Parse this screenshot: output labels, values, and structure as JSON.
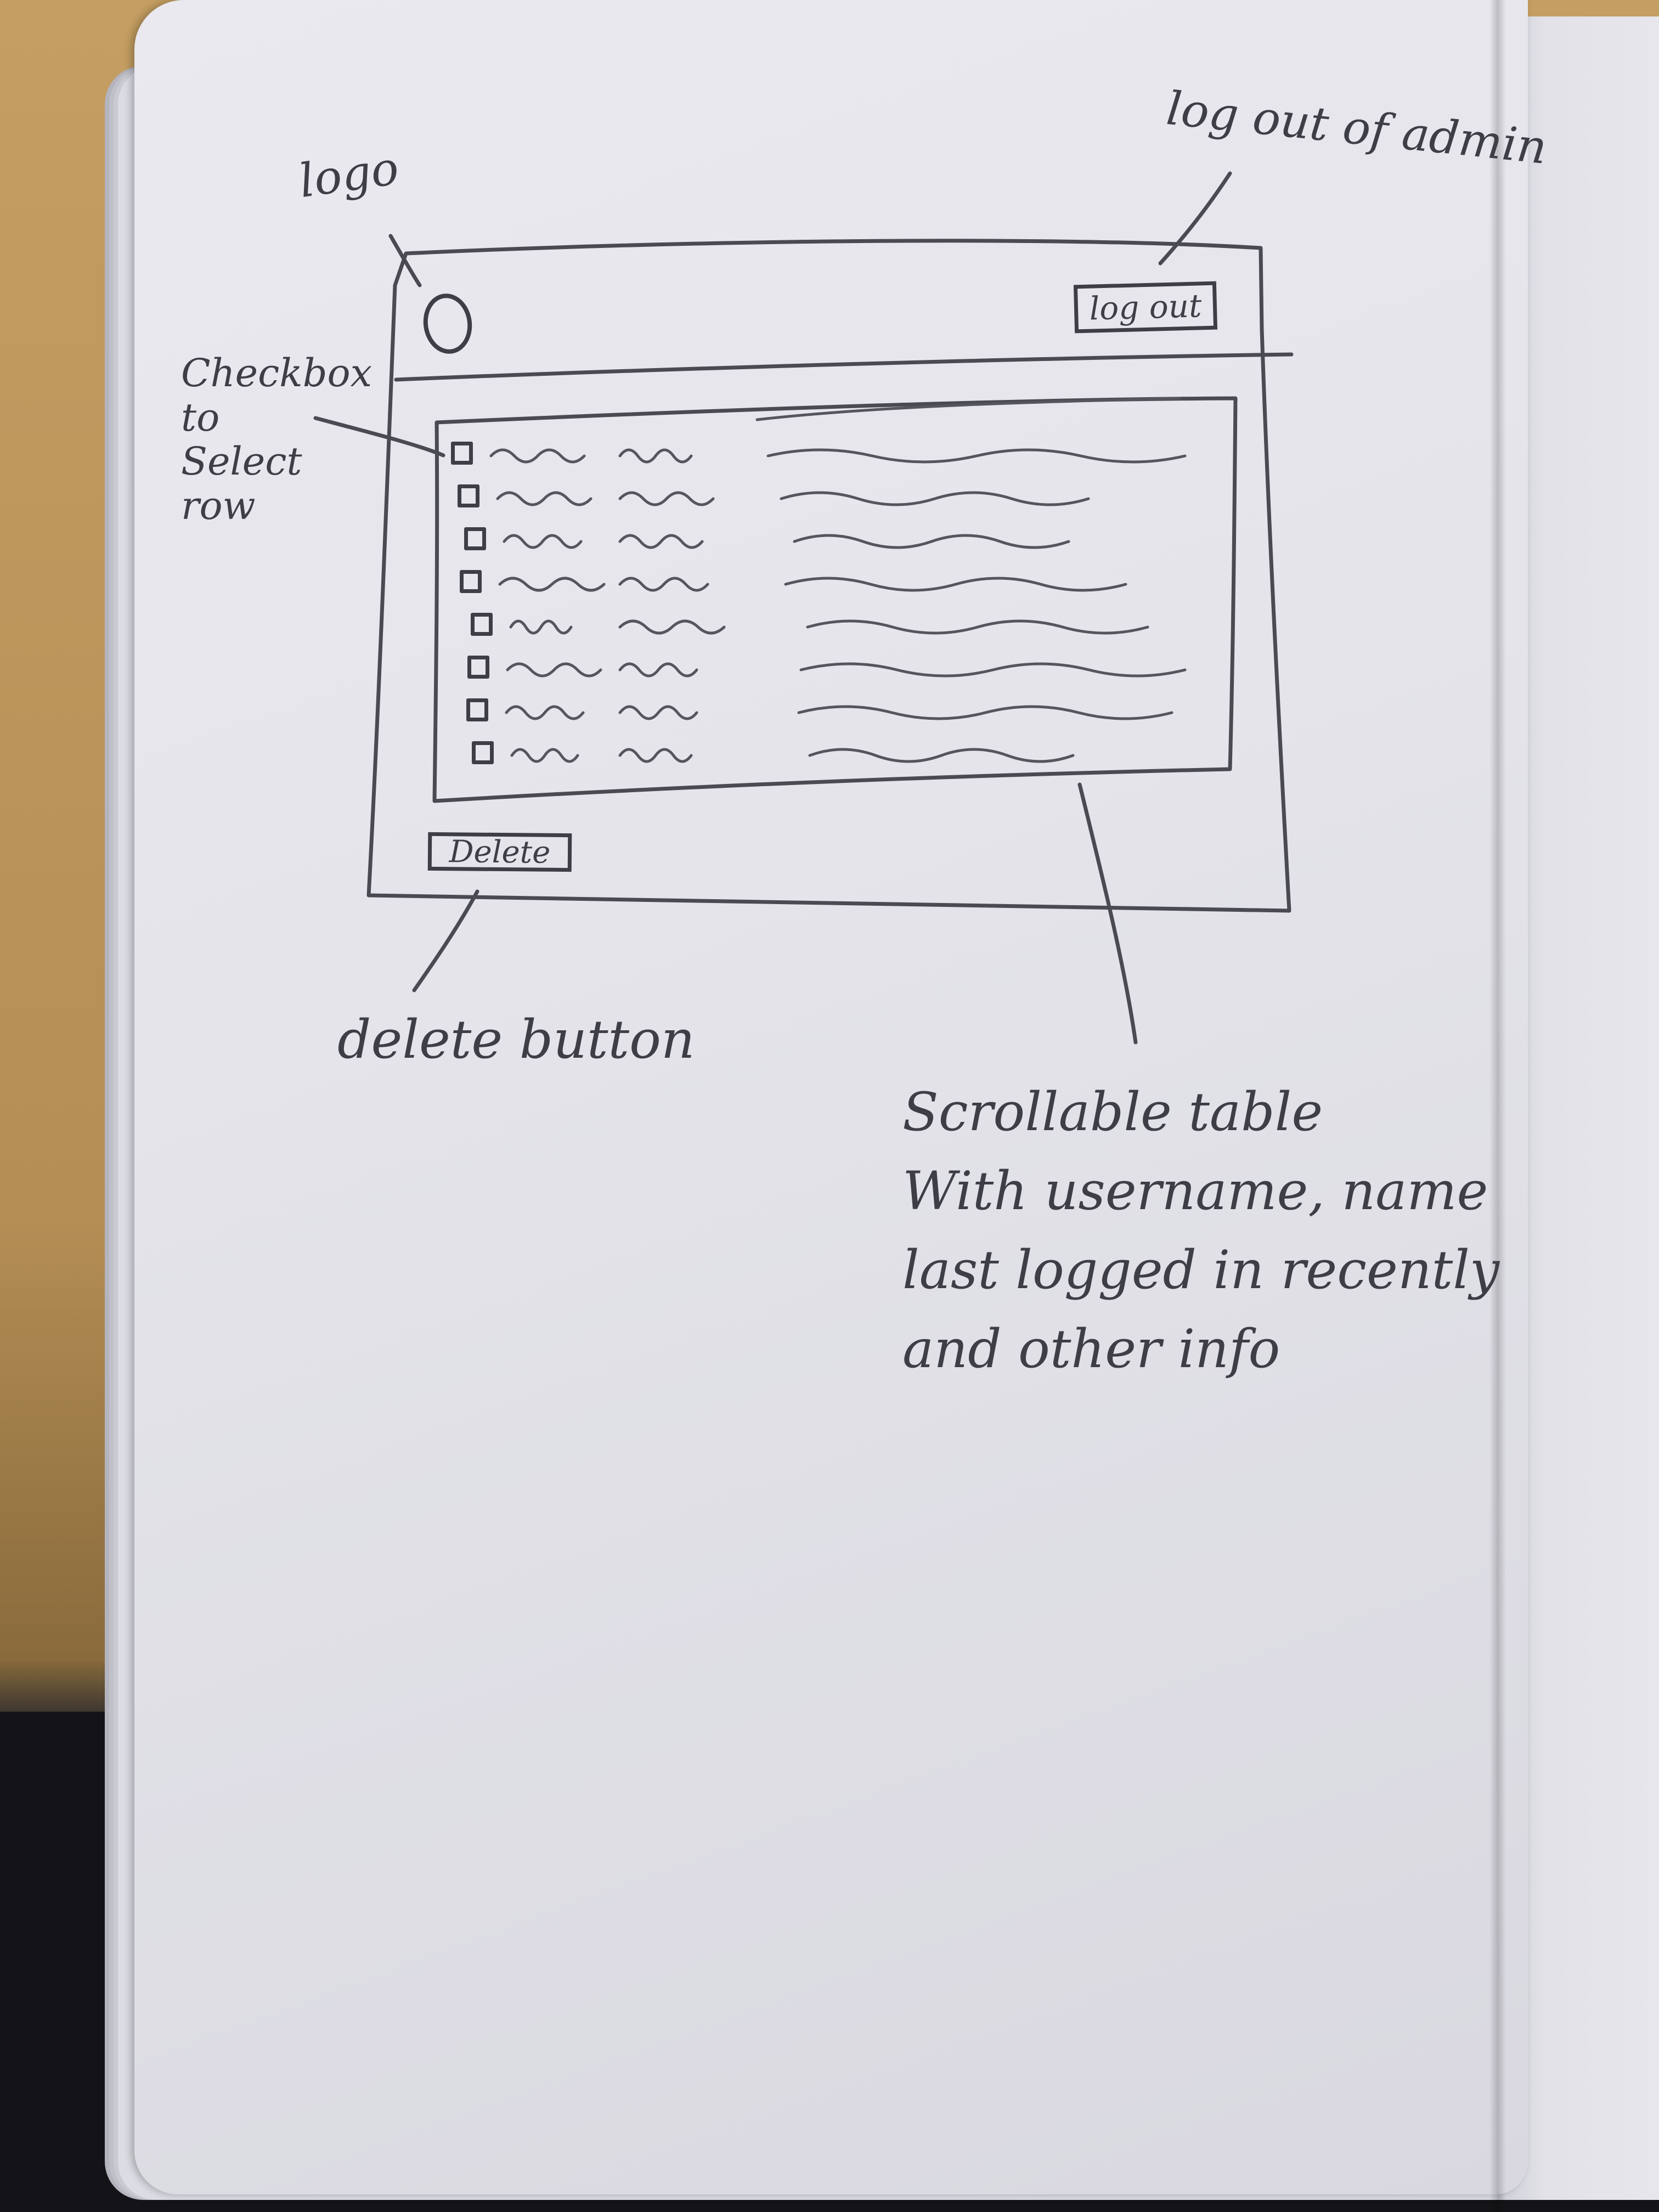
{
  "sketch": {
    "header": {
      "logout_button_label": "log out"
    },
    "footer": {
      "delete_button_label": "Delete"
    },
    "table": {
      "row_count": 8
    },
    "annotations": {
      "logo": "logo",
      "logout": "log out of admin",
      "checkbox": [
        "Checkbox",
        "to",
        "Select",
        "row"
      ],
      "delete": "delete button",
      "table": [
        "Scrollable table",
        "With username, name",
        "last logged in recently",
        "and other info"
      ]
    }
  }
}
